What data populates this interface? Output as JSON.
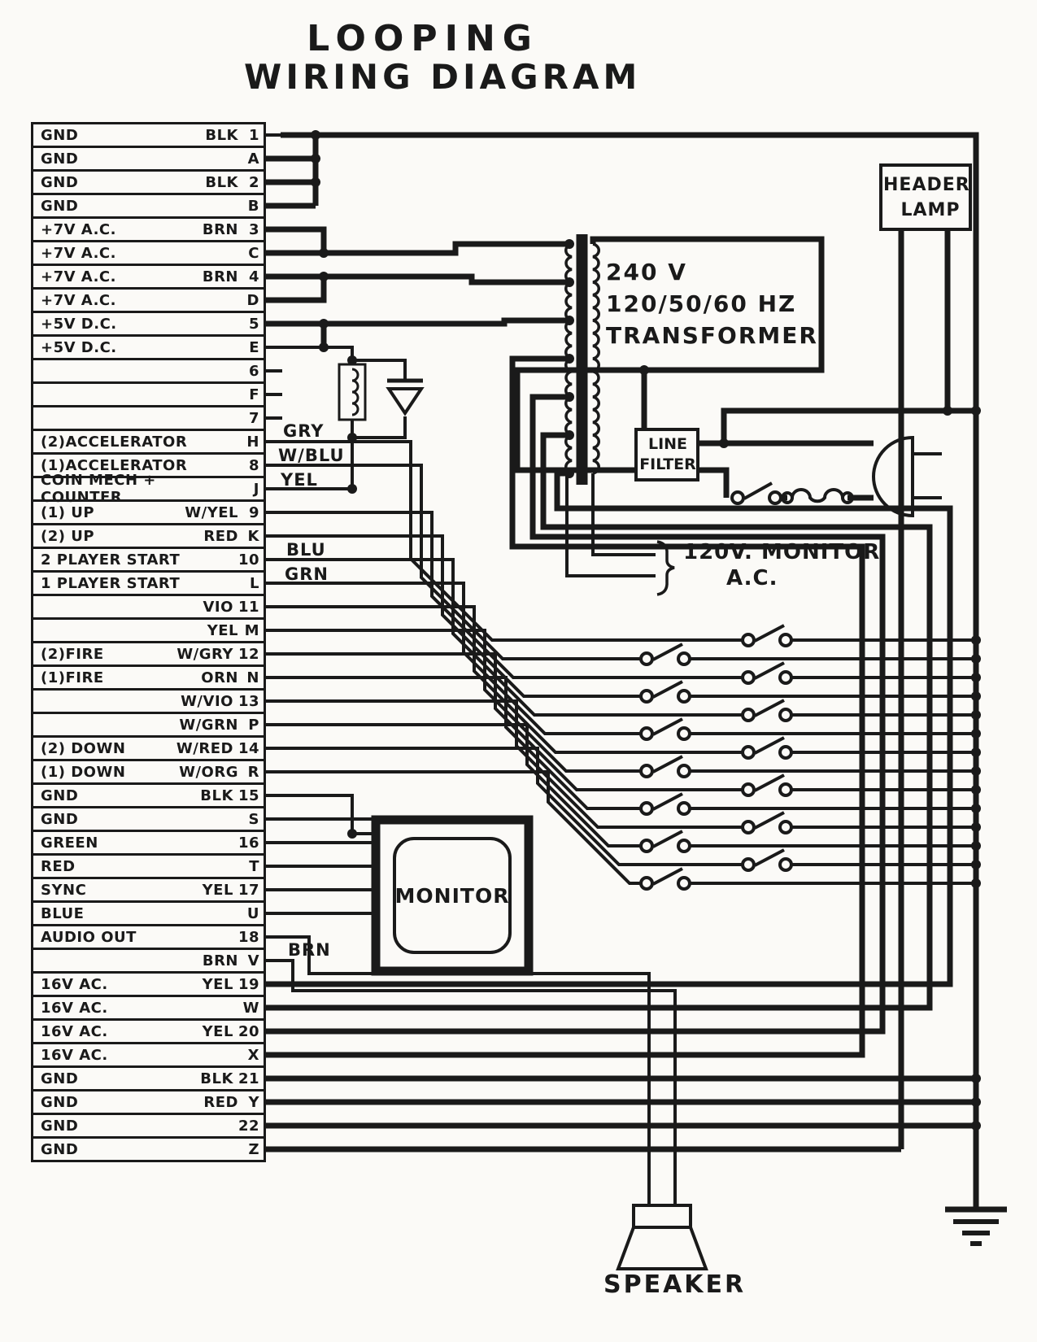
{
  "title": {
    "line1": "LOOPING",
    "line2": "WIRING DIAGRAM"
  },
  "connector": {
    "rows": [
      {
        "name": "GND",
        "color": "BLK",
        "pin": "1"
      },
      {
        "name": "GND",
        "color": "",
        "pin": "A"
      },
      {
        "name": "GND",
        "color": "BLK",
        "pin": "2"
      },
      {
        "name": "GND",
        "color": "",
        "pin": "B"
      },
      {
        "name": "+7V A.C.",
        "color": "BRN",
        "pin": "3"
      },
      {
        "name": "+7V A.C.",
        "color": "",
        "pin": "C"
      },
      {
        "name": "+7V A.C.",
        "color": "BRN",
        "pin": "4"
      },
      {
        "name": "+7V A.C.",
        "color": "",
        "pin": "D"
      },
      {
        "name": "+5V D.C.",
        "color": "",
        "pin": "5"
      },
      {
        "name": "+5V D.C.",
        "color": "",
        "pin": "E"
      },
      {
        "name": "",
        "color": "",
        "pin": "6"
      },
      {
        "name": "",
        "color": "",
        "pin": "F"
      },
      {
        "name": "",
        "color": "",
        "pin": "7"
      },
      {
        "name": "(2)ACCELERATOR",
        "color": "",
        "pin": "H"
      },
      {
        "name": "(1)ACCELERATOR",
        "color": "",
        "pin": "8"
      },
      {
        "name": "COIN MECH + COUNTER",
        "color": "",
        "pin": "J"
      },
      {
        "name": "(1) UP",
        "color": "W/YEL",
        "pin": "9"
      },
      {
        "name": "(2) UP",
        "color": "RED",
        "pin": "K"
      },
      {
        "name": "2 PLAYER START",
        "color": "",
        "pin": "10"
      },
      {
        "name": "1 PLAYER START",
        "color": "",
        "pin": "L"
      },
      {
        "name": "",
        "color": "VIO",
        "pin": "11"
      },
      {
        "name": "",
        "color": "YEL",
        "pin": "M"
      },
      {
        "name": "(2)FIRE",
        "color": "W/GRY",
        "pin": "12"
      },
      {
        "name": "(1)FIRE",
        "color": "ORN",
        "pin": "N"
      },
      {
        "name": "",
        "color": "W/VIO",
        "pin": "13"
      },
      {
        "name": "",
        "color": "W/GRN",
        "pin": "P"
      },
      {
        "name": "(2) DOWN",
        "color": "W/RED",
        "pin": "14"
      },
      {
        "name": "(1) DOWN",
        "color": "W/ORG",
        "pin": "R"
      },
      {
        "name": "GND",
        "color": "BLK",
        "pin": "15"
      },
      {
        "name": "GND",
        "color": "",
        "pin": "S"
      },
      {
        "name": "GREEN",
        "color": "",
        "pin": "16"
      },
      {
        "name": "RED",
        "color": "",
        "pin": "T"
      },
      {
        "name": "SYNC",
        "color": "YEL",
        "pin": "17"
      },
      {
        "name": "BLUE",
        "color": "",
        "pin": "U"
      },
      {
        "name": "AUDIO OUT",
        "color": "",
        "pin": "18"
      },
      {
        "name": "",
        "color": "BRN",
        "pin": "V"
      },
      {
        "name": "16V AC.",
        "color": "YEL",
        "pin": "19"
      },
      {
        "name": "16V AC.",
        "color": "",
        "pin": "W"
      },
      {
        "name": "16V AC.",
        "color": "YEL",
        "pin": "20"
      },
      {
        "name": "16V AC.",
        "color": "",
        "pin": "X"
      },
      {
        "name": "GND",
        "color": "BLK",
        "pin": "21"
      },
      {
        "name": "GND",
        "color": "RED",
        "pin": "Y"
      },
      {
        "name": "GND",
        "color": "",
        "pin": "22"
      },
      {
        "name": "GND",
        "color": "",
        "pin": "Z"
      }
    ]
  },
  "wire_labels": {
    "gry": "GRY",
    "w_blu": "W/BLU",
    "yel": "YEL",
    "blu": "BLU",
    "grn": "GRN",
    "brn": "BRN"
  },
  "components": {
    "transformer": {
      "line1": "240 V",
      "line2": "120/50/60 HZ",
      "line3": "TRANSFORMER"
    },
    "header_lamp": {
      "line1": "HEADER",
      "line2": "LAMP"
    },
    "line_filter": {
      "line1": "LINE",
      "line2": "FILTER"
    },
    "monitor": {
      "label": "MONITOR"
    },
    "monitor_ac": {
      "line1": "120V. MONITOR",
      "line2": "A.C.",
      "brace": "}"
    },
    "speaker": {
      "label": "SPEAKER"
    }
  },
  "colors": {
    "ink": "#1a1a1a",
    "paper": "#fbfaf7"
  }
}
